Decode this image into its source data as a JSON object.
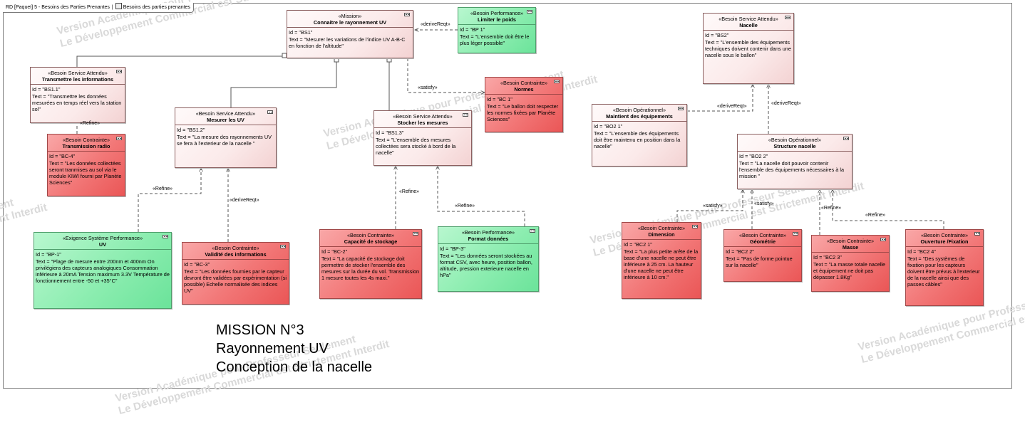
{
  "diagram_tab": {
    "label": "RD [Paquet] 5 - Besoins des Parties Prenantes",
    "diagram_name": "Besoins des parties prenantes"
  },
  "watermark": {
    "line1": "Version Académique pour Professeur Seulement",
    "line2": "Le Développement Commercial est Strictement Interdit"
  },
  "mission": {
    "line1": "MISSION N°3",
    "line2": "Rayonnement UV",
    "line3": "Conception de la nacelle"
  },
  "requirements": {
    "bs1": {
      "stereotype": "«Mission»",
      "name": "Connaitre le rayonnement UV",
      "id": "Id = \"BS1\"",
      "text": "Text = \"Mesurer les variations de l'indice UV A-B-C en fonction de l'altitude\""
    },
    "bp1": {
      "stereotype": "«Besoin Performance»",
      "name": "Limiter le poids",
      "id": "Id = \"BP 1\"",
      "text": "Text = \"L'ensemble doit être le plus léger possible\""
    },
    "bs11": {
      "stereotype": "«Besoin Service Attendu»",
      "name": "Transmettre les informations",
      "id": "Id = \"BS1.1\"",
      "text": "Text = \"Transmettre les données mesurées en temps réel vers la station sol\""
    },
    "bc4": {
      "stereotype": "«Besoin Contrainte»",
      "name": "Transmission radio",
      "id": "Id = \"BC-4\"",
      "text": "Text = \"Les données collectées seront tranmises au sol via le module KIWI fourni par Planète Sciences\""
    },
    "bs12": {
      "stereotype": "«Besoin Service Attendu»",
      "name": "Mesurer les UV",
      "id": "Id = \"BS1.2\"",
      "text": "Text = \"La mesure des rayonnements UV se fera à l'exterieur de la nacelle \""
    },
    "bs13": {
      "stereotype": "«Besoin Service Attendu»",
      "name": "Stocker les mesures",
      "id": "Id = \"BS1.3\"",
      "text": "Text = \"L'ensemble des mesures collectées sera stocké à bord de la nacelle\""
    },
    "bc1": {
      "stereotype": "«Besoin Contrainte»",
      "name": "Normes",
      "id": "Id = \"BC 1\"",
      "text": "Text = \"Le ballon doit respecter les normes fixées par Planète Sciences\""
    },
    "bpp1": {
      "stereotype": "«Exigence Système Performance»",
      "name": "UV",
      "id": "Id = \"BP-1\"",
      "text": "Text = \"Plage de mesure entre 200nm et 400nm On privilégiera des capteurs analogiques Consommation inférieure à 20mA Tension maximum 3.3V Température de fonctionnement entre -50 et +35°C\""
    },
    "bc3": {
      "stereotype": "«Besoin Contrainte»",
      "name": "Validité des informations",
      "id": "Id = \"BC-3\"",
      "text": "Text = \"Les données fournies par le capteur devront être validées par expérimentation (si possible) Echelle normalisée des indices UV\""
    },
    "bc2": {
      "stereotype": "«Besoin Contrainte»",
      "name": "Capacité de stockage",
      "id": "Id = \"BC-2\"",
      "text": "Text = \"La capacité de stockage doit permettre de stocker l'ensemble des mesures sur la durée du vol. Transmission 1 mesure toutes les 4s maxi.\""
    },
    "bp3": {
      "stereotype": "«Besoin Performance»",
      "name": "Format données",
      "id": "Id = \"BP-3\"",
      "text": "Text = \"Les données seront stockées au format CSV, avec heure, position ballon, altitude, pression exterieure nacelle en hPa\""
    },
    "bs2": {
      "stereotype": "«Besoin Service Attendu»",
      "name": "Nacelle",
      "id": "Id = \"BS2\"",
      "text": "Text = \"L'ensemble des équipements techniques doivent contenir dans une nacelle sous le ballon\""
    },
    "bo21": {
      "stereotype": "«Besoin Opérationnel»",
      "name": "Maintient des équipements",
      "id": "Id = \"BO2 1\"",
      "text": "Text = \"L'ensemble des équipements doit être maintenu en position dans la nacelle\""
    },
    "bo22": {
      "stereotype": "«Besoin Opérationnel»",
      "name": "Structure nacelle",
      "id": "Id = \"BO2 2\"",
      "text": "Text = \"La nacelle doit pouvoir contenir l'ensemble des équipements nécessaires à la mission \""
    },
    "bc21": {
      "stereotype": "«Besoin Contrainte»",
      "name": "Dimension",
      "id": "Id = \"BC2 1\"",
      "text": "Text = \"La plus petite arête de la base d'une nacelle ne peut être inférieure à 25 cm. La hauteur d'une nacelle ne peut être inférieure à 10 cm.\""
    },
    "bc22": {
      "stereotype": "«Besoin Contrainte»",
      "name": "Géométrie",
      "id": "Id = \"BC2 2\"",
      "text": "Text = \"Pas de forme pointue sur la nacelle\""
    },
    "bc23": {
      "stereotype": "«Besoin Contrainte»",
      "name": "Masse",
      "id": "Id = \"BC2 3\"",
      "text": "Text = \"La masse totale nacelle et équipement ne doit pas dépasser 1.8Kg\""
    },
    "bc24": {
      "stereotype": "«Besoin Contrainte»",
      "name": "Ouverture /Fixation",
      "id": "Id = \"BC2 4\"",
      "text": "Text = \"Des systèmes de fixation pour les capteurs doivent être prévus à l'exterieur de la nacelle ainsi que des passes câbles\""
    }
  },
  "relations": {
    "derive_reqt": "«deriveReqt»",
    "refine": "«Refine»",
    "satisfy": "«satisfy»"
  },
  "colors": {
    "mission_fill": "#fbeaea",
    "constraint_fill": "#f27777",
    "performance_fill": "#8cedb0",
    "frame_border": "#7a7a7a"
  }
}
